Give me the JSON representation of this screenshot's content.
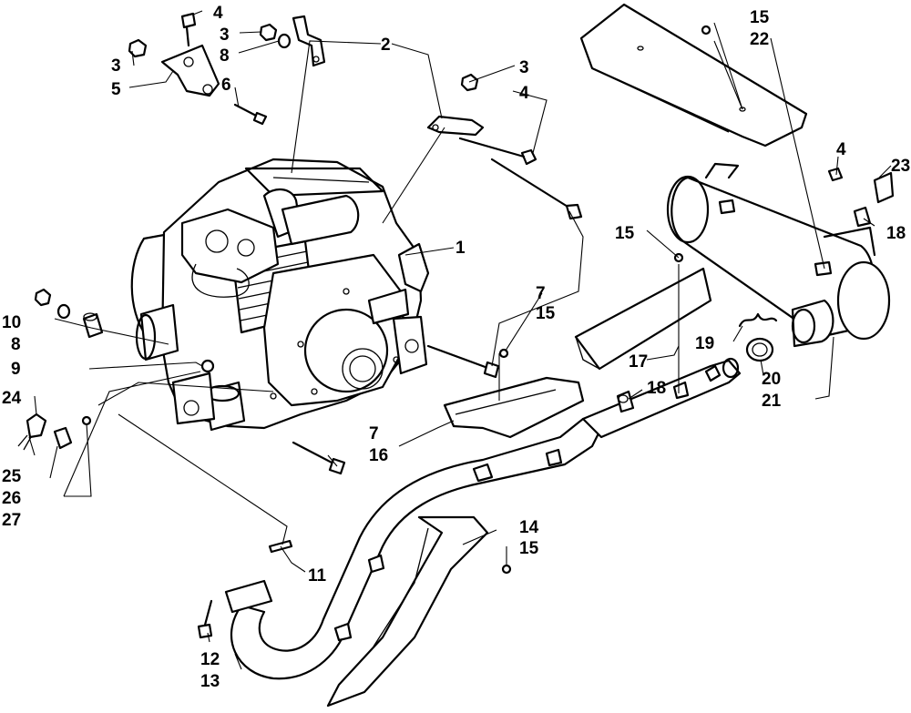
{
  "labels": {
    "l_4_top": "4",
    "l_3_a": "3",
    "l_8_a": "8",
    "l_3_b": "3",
    "l_5": "5",
    "l_6": "6",
    "l_2": "2",
    "l_3_c": "3",
    "l_4_mid": "4",
    "l_15_top": "15",
    "l_22": "22",
    "l_4_right": "4",
    "l_23": "23",
    "l_18_right": "18",
    "l_1": "1",
    "l_15_mid": "15",
    "l_7_mid": "7",
    "l_15_left": "15",
    "l_19": "19",
    "l_17": "17",
    "l_18_mid": "18",
    "l_20": "20",
    "l_21": "21",
    "l_10": "10",
    "l_8_b": "8",
    "l_9": "9",
    "l_24": "24",
    "l_25": "25",
    "l_26": "26",
    "l_27": "27",
    "l_7_low": "7",
    "l_16": "16",
    "l_11": "11",
    "l_14": "14",
    "l_15_low": "15",
    "l_12": "12",
    "l_13": "13"
  }
}
